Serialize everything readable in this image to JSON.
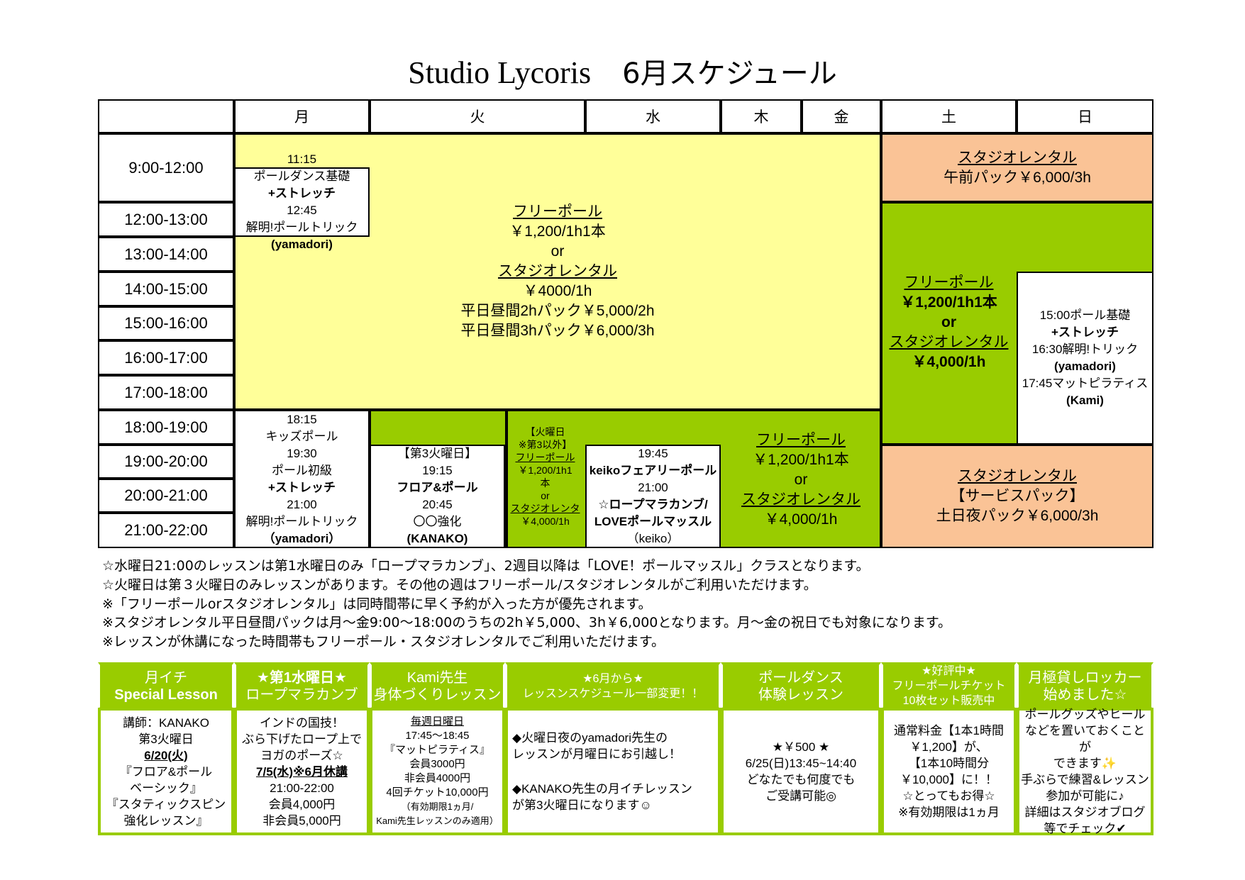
{
  "title": {
    "en": "Studio Lycoris",
    "jp": "6月スケジュール"
  },
  "days": [
    "月",
    "火",
    "水",
    "木",
    "金",
    "土",
    "日"
  ],
  "times": [
    "9:00-12:00",
    "12:00-13:00",
    "13:00-14:00",
    "14:00-15:00",
    "15:00-16:00",
    "16:00-17:00",
    "17:00-18:00",
    "18:00-19:00",
    "19:00-20:00",
    "20:00-21:00",
    "21:00-22:00"
  ],
  "cells": {
    "weekday_day": [
      "フリーポール",
      "￥1,200/1h1本",
      "or",
      "スタジオレンタル",
      "￥4000/1h",
      "平日昼間2hパック￥5,000/2h",
      "平日昼間3hパック￥6,000/3h"
    ],
    "mon_am": [
      "11:15",
      "ポールダンス基礎",
      "+ストレッチ",
      "12:45",
      "解明!ポールトリック",
      "(yamadori)"
    ],
    "sat_am": [
      "スタジオレンタル",
      "午前パック￥6,000/3h"
    ],
    "sat_day": [
      "フリーポール",
      "￥1,200/1h1本",
      "or",
      "スタジオレンタル",
      "￥4,000/1h"
    ],
    "sun_day": [
      "15:00ポール基礎",
      "+ストレッチ",
      "16:30解明!トリック",
      "(yamadori)",
      "17:45マットピラティス",
      "(Kami)"
    ],
    "weekend_pm": [
      "スタジオレンタル",
      "【サービスパック】",
      "土日夜パック￥6,000/3h"
    ],
    "mon_pm": [
      "18:15",
      "キッズポール",
      "19:30",
      "ポール初級",
      "+ストレッチ",
      "21:00",
      "解明!ポールトリック",
      "（yamadori）"
    ],
    "tue_third": [
      "【第3火曜日】",
      "19:15",
      "フロア&ポール",
      "20:45",
      "〇〇強化",
      "(KANAKO)"
    ],
    "tue_other": [
      "【火曜日",
      "※第3以外】",
      "フリーポール",
      "￥1,200/1h1",
      "本",
      "or",
      "スタジオレンタ",
      "￥4,000/1h"
    ],
    "wed_pm": [
      "19:45",
      "keikoフェアリーポール",
      "21:00",
      "☆ロープマラカンブ/",
      "LOVEポールマッスル",
      "（keiko）"
    ],
    "thu_fri_pm": [
      "フリーポール",
      "￥1,200/1h1本",
      "or",
      "スタジオレンタル",
      "￥4,000/1h"
    ]
  },
  "notes": [
    "☆水曜日21:00のレッスンは第1水曜日のみ「ロープマラカンブ」、2週目以降は「LOVE！ポールマッスル」クラスとなります。",
    "☆火曜日は第３火曜日のみレッスンがあります。その他の週はフリーポール/スタジオレンタルがご利用いただけます。",
    "※「フリーポールorスタジオレンタル」は同時間帯に早く予約が入った方が優先されます。",
    "※スタジオレンタル平日昼間パックは月～金9:00～18:00のうちの2h￥5,000、3h￥6,000となります。月～金の祝日でも対象になります。",
    "※レッスンが休講になった時間帯もフリーポール・スタジオレンタルでご利用いただけます。"
  ],
  "info": [
    {
      "head": [
        "月イチ",
        "Special Lesson"
      ],
      "body": [
        "講師：KANAKO",
        "第3火曜日",
        "6/20(火)",
        "『フロア&ポール",
        "ベーシック』",
        "『スタティックスピン",
        "強化レッスン』"
      ]
    },
    {
      "head": [
        "★第1水曜日★",
        "ロープマラカンブ"
      ],
      "body": [
        "インドの国技！",
        "ぶら下げたロープ上で",
        "ヨガのポーズ☆",
        "7/5(水)※6月休講",
        "21:00-22:00",
        "会員4,000円",
        "非会員5,000円"
      ]
    },
    {
      "head": [
        "Kami先生",
        "身体づくりレッスン"
      ],
      "body": [
        "毎週日曜日",
        "17:45～18:45",
        "『マットピラティス』",
        "会員3000円",
        "非会員4000円",
        "4回チケット10,000円",
        "（有効期限1ヵ月/",
        "Kami先生レッスンのみ適用）"
      ]
    },
    {
      "head": [
        "★6月から★",
        "レッスンスケジュール一部変更！！"
      ],
      "body": [
        "◆火曜日夜のyamadori先生の",
        "レッスンが月曜日にお引越し！",
        "",
        "◆KANAKO先生の月イチレッスン",
        "が第3火曜日になります☺"
      ]
    },
    {
      "head": [
        "ポールダンス",
        "体験レッスン"
      ],
      "body": [
        "★￥500 ★",
        "6/25(日)13:45~14:40",
        "どなたでも何度でも",
        "ご受講可能◎"
      ]
    },
    {
      "head": [
        "★好評中★",
        "フリーポールチケット",
        "10枚セット販売中"
      ],
      "body": [
        "通常料金【1本1時間",
        "￥1,200】が、",
        "【1本10時間分",
        "￥10,000】に！！",
        "☆とってもお得☆",
        "※有効期限は1ヵ月"
      ]
    },
    {
      "head": [
        "月極貸しロッカー",
        "始めました☆"
      ],
      "body": [
        "ポールグッズやヒール",
        "などを置いておくことが",
        "できます✨",
        "手ぶらで練習&レッスン",
        "参加が可能に♪",
        "詳細はスタジオブログ",
        "等でチェック✔"
      ]
    }
  ],
  "colors": {
    "yellow": "#ffff99",
    "green": "#99cc00",
    "orange": "#fac396"
  }
}
